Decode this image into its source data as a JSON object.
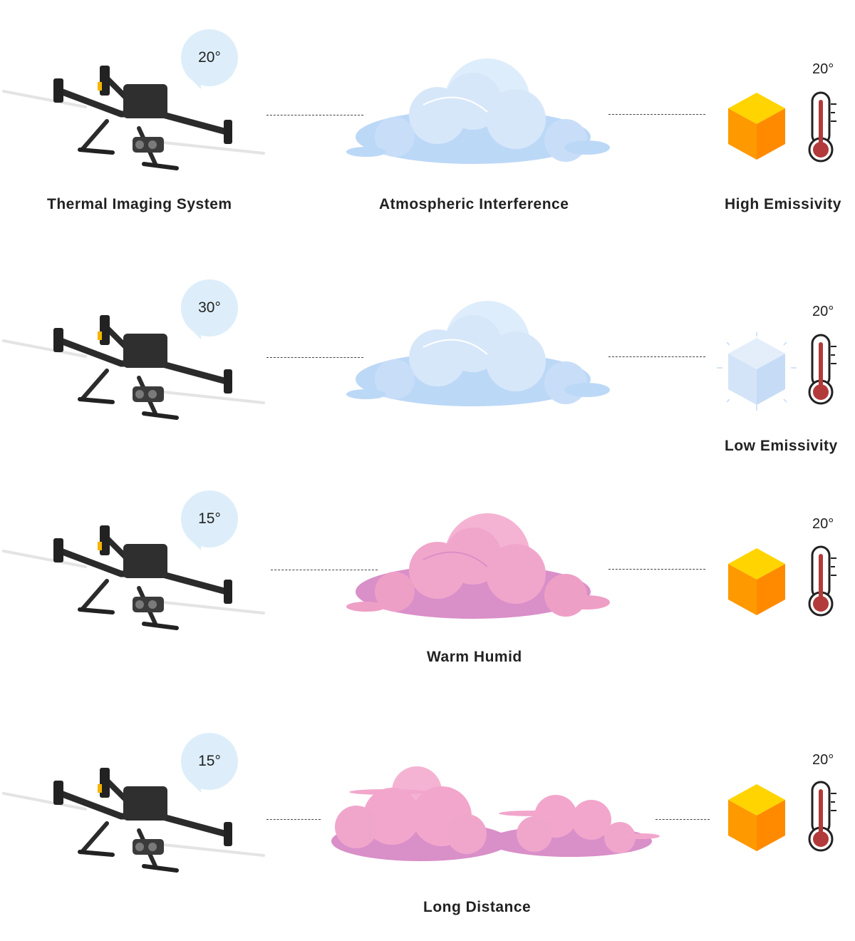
{
  "rows": [
    {
      "drone_temp": "20°",
      "target_temp": "20°",
      "labels": {
        "system": "Thermal Imaging System",
        "atmosphere": "Atmospheric Interference",
        "emissivity": "High Emissivity"
      }
    },
    {
      "drone_temp": "30°",
      "target_temp": "20°",
      "labels": {
        "emissivity": "Low Emissivity"
      }
    },
    {
      "drone_temp": "15°",
      "target_temp": "20°",
      "labels": {
        "atmosphere": "Warm Humid"
      }
    },
    {
      "drone_temp": "15°",
      "target_temp": "20°",
      "labels": {
        "atmosphere": "Long Distance"
      }
    }
  ],
  "colors": {
    "bubble": "#ddeefa",
    "cloud_blue": "#bcd8f7",
    "cloud_pink": "#f2a6cc",
    "cube_top": "#ffd400",
    "cube_left": "#ff9900",
    "cube_right": "#ff8a00",
    "thermometer_bulb": "#b23a3a"
  },
  "icons": [
    "drone-icon",
    "cloud-icon",
    "cube-icon",
    "thermometer-icon"
  ]
}
